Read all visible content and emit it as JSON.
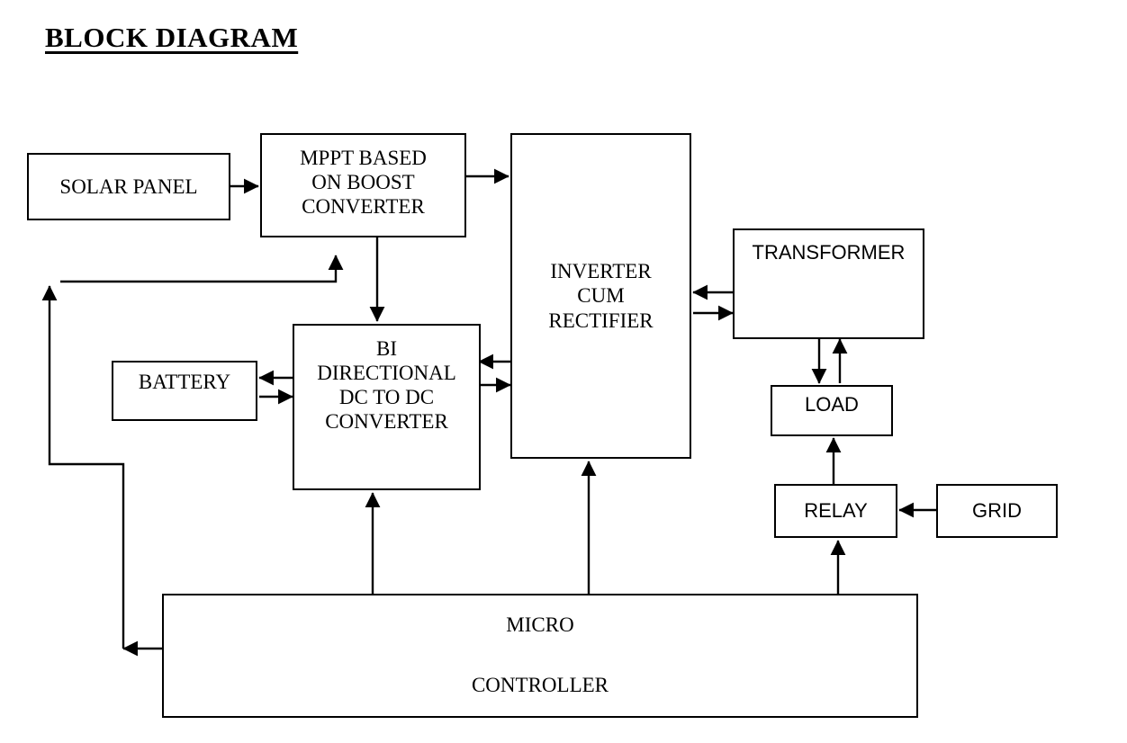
{
  "page": {
    "title": "BLOCK DIAGRAM",
    "background": "#ffffff",
    "line_color": "#000000"
  },
  "blocks": {
    "solar_panel": {
      "label": "SOLAR PANEL"
    },
    "mppt": {
      "label": "MPPT BASED\nON BOOST\nCONVERTER"
    },
    "inverter": {
      "label": "INVERTER\nCUM\nRECTIFIER"
    },
    "transformer": {
      "label": "TRANSFORMER"
    },
    "battery": {
      "label": "BATTERY"
    },
    "bidirectional": {
      "label": "BI\nDIRECTIONAL\nDC TO DC\nCONVERTER"
    },
    "load": {
      "label": "LOAD"
    },
    "relay": {
      "label": "RELAY"
    },
    "grid": {
      "label": "GRID"
    },
    "microcontroller": {
      "label": "MICRO\n\nCONTROLLER"
    }
  },
  "connections": [
    {
      "name": "solar-panel-to-mppt",
      "from": "SOLAR PANEL",
      "to": "MPPT BASED ON BOOST CONVERTER",
      "direction": "one-way"
    },
    {
      "name": "mppt-to-inverter",
      "from": "MPPT BASED ON BOOST CONVERTER",
      "to": "INVERTER CUM RECTIFIER",
      "direction": "one-way"
    },
    {
      "name": "mppt-to-bidirectional",
      "from": "MPPT BASED ON BOOST CONVERTER",
      "to": "BI DIRECTIONAL DC TO DC CONVERTER",
      "direction": "one-way"
    },
    {
      "name": "battery-bidirectional-link",
      "from": "BATTERY",
      "to": "BI DIRECTIONAL DC TO DC CONVERTER",
      "direction": "bi-directional"
    },
    {
      "name": "bidirectional-inverter-link",
      "from": "BI DIRECTIONAL DC TO DC CONVERTER",
      "to": "INVERTER CUM RECTIFIER",
      "direction": "bi-directional"
    },
    {
      "name": "inverter-transformer-link",
      "from": "INVERTER CUM RECTIFIER",
      "to": "TRANSFORMER",
      "direction": "bi-directional"
    },
    {
      "name": "transformer-load-link",
      "from": "TRANSFORMER",
      "to": "LOAD",
      "direction": "bi-directional"
    },
    {
      "name": "relay-to-load",
      "from": "RELAY",
      "to": "LOAD",
      "direction": "one-way"
    },
    {
      "name": "grid-to-relay",
      "from": "GRID",
      "to": "RELAY",
      "direction": "one-way"
    },
    {
      "name": "microcontroller-to-bidirectional",
      "from": "MICRO CONTROLLER",
      "to": "BI DIRECTIONAL DC TO DC CONVERTER",
      "direction": "one-way"
    },
    {
      "name": "microcontroller-to-inverter",
      "from": "MICRO CONTROLLER",
      "to": "INVERTER CUM RECTIFIER",
      "direction": "one-way"
    },
    {
      "name": "microcontroller-to-relay",
      "from": "MICRO CONTROLLER",
      "to": "RELAY",
      "direction": "one-way"
    },
    {
      "name": "microcontroller-feedback-to-mppt",
      "from": "MICRO CONTROLLER",
      "to": "MPPT BASED ON BOOST CONVERTER",
      "direction": "one-way"
    }
  ]
}
